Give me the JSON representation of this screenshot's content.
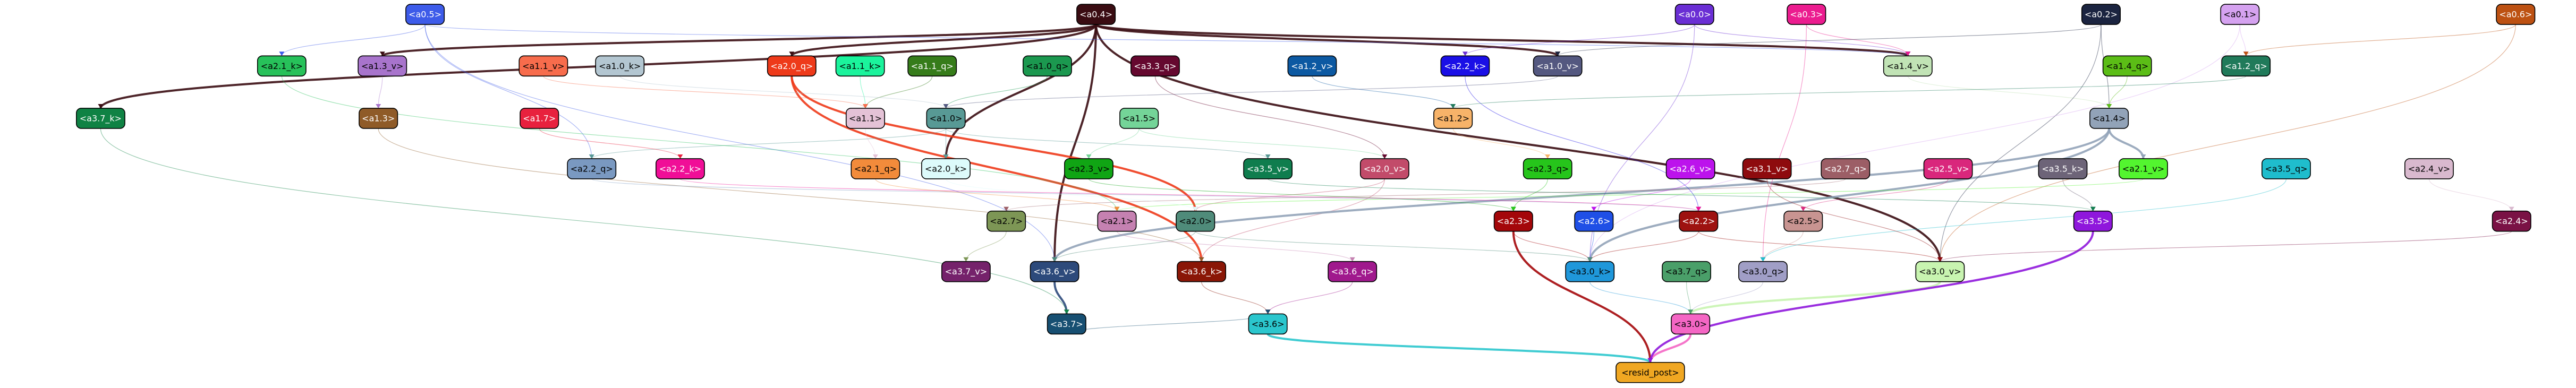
{
  "nodes": [
    {
      "id": "a0.5",
      "label": "<a0.5>",
      "fill": "#3d5be9",
      "text": "#ffffff"
    },
    {
      "id": "a0.4",
      "label": "<a0.4>",
      "fill": "#3a0c12",
      "text": "#ffffff"
    },
    {
      "id": "a0.0",
      "label": "<a0.0>",
      "fill": "#6a2ed4",
      "text": "#ffffff"
    },
    {
      "id": "a0.3",
      "label": "<a0.3>",
      "fill": "#eb1c8f",
      "text": "#ffffff"
    },
    {
      "id": "a0.2",
      "label": "<a0.2>",
      "fill": "#1b2440",
      "text": "#ffffff"
    },
    {
      "id": "a0.1",
      "label": "<a0.1>",
      "fill": "#d5a2f0",
      "text": "#000000"
    },
    {
      "id": "a0.6",
      "label": "<a0.6>",
      "fill": "#bd5112",
      "text": "#ffffff"
    },
    {
      "id": "a2.1_k",
      "label": "<a2.1_k>",
      "fill": "#27c15a",
      "text": "#000000"
    },
    {
      "id": "a1.3_v",
      "label": "<a1.3_v>",
      "fill": "#a874cc",
      "text": "#000000"
    },
    {
      "id": "a1.1_v",
      "label": "<a1.1_v>",
      "fill": "#f76c4c",
      "text": "#000000"
    },
    {
      "id": "a1.0_k",
      "label": "<a1.0_k>",
      "fill": "#b3c6d1",
      "text": "#000000"
    },
    {
      "id": "a2.0_q",
      "label": "<a2.0_q>",
      "fill": "#ee3a1a",
      "text": "#ffffff"
    },
    {
      "id": "a1.1_k",
      "label": "<a1.1_k>",
      "fill": "#1bf39c",
      "text": "#000000"
    },
    {
      "id": "a1.1_q",
      "label": "<a1.1_q>",
      "fill": "#367c1a",
      "text": "#ffffff"
    },
    {
      "id": "a1.0_q",
      "label": "<a1.0_q>",
      "fill": "#1b984f",
      "text": "#000000"
    },
    {
      "id": "a3.3_q",
      "label": "<a3.3_q>",
      "fill": "#65082f",
      "text": "#ffffff"
    },
    {
      "id": "a1.2_v",
      "label": "<a1.2_v>",
      "fill": "#0c59a2",
      "text": "#ffffff"
    },
    {
      "id": "a2.2_k",
      "label": "<a2.2_k>",
      "fill": "#1a0fe6",
      "text": "#ffffff"
    },
    {
      "id": "a1.0_v",
      "label": "<a1.0_v>",
      "fill": "#545880",
      "text": "#ffffff"
    },
    {
      "id": "a1.4_v",
      "label": "<a1.4_v>",
      "fill": "#c1e3b5",
      "text": "#000000"
    },
    {
      "id": "a1.4_q",
      "label": "<a1.4_q>",
      "fill": "#5bbd16",
      "text": "#000000"
    },
    {
      "id": "a1.2_q",
      "label": "<a1.2_q>",
      "fill": "#207a5a",
      "text": "#ffffff"
    },
    {
      "id": "a3.7_k",
      "label": "<a3.7_k>",
      "fill": "#0f8244",
      "text": "#ffffff"
    },
    {
      "id": "a1.3",
      "label": "<a1.3>",
      "fill": "#8f5b28",
      "text": "#ffffff"
    },
    {
      "id": "a1.7",
      "label": "<a1.7>",
      "fill": "#e8213e",
      "text": "#ffffff"
    },
    {
      "id": "a1.1",
      "label": "<a1.1>",
      "fill": "#e4c2d6",
      "text": "#000000"
    },
    {
      "id": "a1.0",
      "label": "<a1.0>",
      "fill": "#589995",
      "text": "#000000"
    },
    {
      "id": "a1.5",
      "label": "<a1.5>",
      "fill": "#74d498",
      "text": "#000000"
    },
    {
      "id": "a1.2",
      "label": "<a1.2>",
      "fill": "#f7b369",
      "text": "#000000"
    },
    {
      "id": "a1.4",
      "label": "<a1.4>",
      "fill": "#92a3b8",
      "text": "#000000"
    },
    {
      "id": "a2.2_q",
      "label": "<a2.2_q>",
      "fill": "#7a99c1",
      "text": "#000000"
    },
    {
      "id": "a2.2_k2",
      "label": "<a2.2_k>",
      "fill": "#f00e97",
      "text": "#ffffff"
    },
    {
      "id": "a2.1_q",
      "label": "<a2.1_q>",
      "fill": "#f28b3b",
      "text": "#000000"
    },
    {
      "id": "a2.0_k",
      "label": "<a2.0_k>",
      "fill": "#ddfbfb",
      "text": "#000000"
    },
    {
      "id": "a2.3_v",
      "label": "<a2.3_v>",
      "fill": "#10a514",
      "text": "#000000"
    },
    {
      "id": "a3.5_v",
      "label": "<a3.5_v>",
      "fill": "#0f7d4e",
      "text": "#ffffff"
    },
    {
      "id": "a2.0_v",
      "label": "<a2.0_v>",
      "fill": "#c24b6a",
      "text": "#ffffff"
    },
    {
      "id": "a2.3_q",
      "label": "<a2.3_q>",
      "fill": "#26c51b",
      "text": "#000000"
    },
    {
      "id": "a2.6_v",
      "label": "<a2.6_v>",
      "fill": "#bc13ec",
      "text": "#ffffff"
    },
    {
      "id": "a3.1_v",
      "label": "<a3.1_v>",
      "fill": "#8e0b0e",
      "text": "#ffffff"
    },
    {
      "id": "a2.7_q",
      "label": "<a2.7_q>",
      "fill": "#9c5e66",
      "text": "#ffffff"
    },
    {
      "id": "a2.5_v",
      "label": "<a2.5_v>",
      "fill": "#d9277c",
      "text": "#ffffff"
    },
    {
      "id": "a3.5_k",
      "label": "<a3.5_k>",
      "fill": "#6d6478",
      "text": "#ffffff"
    },
    {
      "id": "a2.1_v",
      "label": "<a2.1_v>",
      "fill": "#53f52f",
      "text": "#000000"
    },
    {
      "id": "a3.5_q",
      "label": "<a3.5_q>",
      "fill": "#1fbdcd",
      "text": "#000000"
    },
    {
      "id": "a2.4_v",
      "label": "<a2.4_v>",
      "fill": "#d9b9ce",
      "text": "#000000"
    },
    {
      "id": "a2.7",
      "label": "<a2.7>",
      "fill": "#7d9655",
      "text": "#000000"
    },
    {
      "id": "a2.1",
      "label": "<a2.1>",
      "fill": "#c581b1",
      "text": "#000000"
    },
    {
      "id": "a2.0",
      "label": "<a2.0>",
      "fill": "#4f8b7a",
      "text": "#000000"
    },
    {
      "id": "a2.3",
      "label": "<a2.3>",
      "fill": "#a4070a",
      "text": "#ffffff"
    },
    {
      "id": "a2.6",
      "label": "<a2.6>",
      "fill": "#1f4fe6",
      "text": "#ffffff"
    },
    {
      "id": "a2.2",
      "label": "<a2.2>",
      "fill": "#9e1210",
      "text": "#ffffff"
    },
    {
      "id": "a2.5",
      "label": "<a2.5>",
      "fill": "#c89491",
      "text": "#000000"
    },
    {
      "id": "a3.5",
      "label": "<a3.5>",
      "fill": "#8f17dc",
      "text": "#ffffff"
    },
    {
      "id": "a2.4",
      "label": "<a2.4>",
      "fill": "#7a1245",
      "text": "#ffffff"
    },
    {
      "id": "a3.7_v",
      "label": "<a3.7_v>",
      "fill": "#75226b",
      "text": "#ffffff"
    },
    {
      "id": "a3.6_v",
      "label": "<a3.6_v>",
      "fill": "#2d4a7b",
      "text": "#ffffff"
    },
    {
      "id": "a3.6_k",
      "label": "<a3.6_k>",
      "fill": "#8a1606",
      "text": "#ffffff"
    },
    {
      "id": "a3.6_q",
      "label": "<a3.6_q>",
      "fill": "#a0198d",
      "text": "#ffffff"
    },
    {
      "id": "a3.0_k",
      "label": "<a3.0_k>",
      "fill": "#1f97da",
      "text": "#000000"
    },
    {
      "id": "a3.7_q",
      "label": "<a3.7_q>",
      "fill": "#4a9f69",
      "text": "#000000"
    },
    {
      "id": "a3.0_q",
      "label": "<a3.0_q>",
      "fill": "#a09ec6",
      "text": "#000000"
    },
    {
      "id": "a3.0_v",
      "label": "<a3.0_v>",
      "fill": "#c8f4b0",
      "text": "#000000"
    },
    {
      "id": "a3.7",
      "label": "<a3.7>",
      "fill": "#174f72",
      "text": "#ffffff"
    },
    {
      "id": "a3.6",
      "label": "<a3.6>",
      "fill": "#2bc6cd",
      "text": "#000000"
    },
    {
      "id": "a3.0",
      "label": "<a3.0>",
      "fill": "#f466c4",
      "text": "#000000"
    },
    {
      "id": "resid_post",
      "label": "<resid_post>",
      "fill": "#f0a722",
      "text": "#000000"
    }
  ],
  "edges": [
    [
      "a0.4",
      "a1.4_v",
      "#3a0c12"
    ],
    [
      "a0.4",
      "a2.0_k",
      "#3a0c12"
    ],
    [
      "a0.4",
      "a3.6_v",
      "#3a0c12"
    ],
    [
      "a0.4",
      "a3.0_v",
      "#3a0c12"
    ],
    [
      "a0.4",
      "a1.0_v",
      "#3a0c12"
    ],
    [
      "a0.4",
      "a2.0_q",
      "#3a0c12"
    ],
    [
      "a0.4",
      "a1.3_v",
      "#3a0c12"
    ],
    [
      "a0.4",
      "a3.7_k",
      "#3a0c12"
    ],
    [
      "a2.0_q",
      "a3.6_k",
      "#ee3a1a"
    ],
    [
      "a2.0_q",
      "a2.0",
      "#ee3a1a"
    ],
    [
      "a1.4_v",
      "a1.4",
      "#c1e3b5"
    ],
    [
      "a3.6_v",
      "a3.7",
      "#2d4a7b"
    ],
    [
      "a3.6_k",
      "a3.6",
      "#8a1606"
    ],
    [
      "a3.6",
      "resid_post",
      "#2bc6cd"
    ],
    [
      "a3.0_k",
      "a3.0",
      "#1f97da"
    ],
    [
      "a3.0_v",
      "a3.0",
      "#c8f4b0"
    ],
    [
      "a3.0",
      "resid_post",
      "#f466c4"
    ],
    [
      "a2.0_v",
      "a2.0",
      "#c24b6a"
    ],
    [
      "a2.0_v",
      "a3.6_k",
      "#c24b6a"
    ],
    [
      "a1.4",
      "a3.0_k",
      "#92a3b8"
    ],
    [
      "a1.4",
      "a3.6_v",
      "#92a3b8"
    ],
    [
      "a0.5",
      "a2.1_k",
      "#3d5be9"
    ],
    [
      "a0.5",
      "a3.6_v",
      "#3d5be9"
    ],
    [
      "a0.5",
      "a2.2_q",
      "#3d5be9"
    ],
    [
      "a0.5",
      "a1.4_v",
      "#3d5be9"
    ],
    [
      "a0.0",
      "a1.4_v",
      "#6a2ed4"
    ],
    [
      "a0.0",
      "a2.2_k",
      "#6a2ed4"
    ],
    [
      "a0.0",
      "a3.0_k",
      "#6a2ed4"
    ],
    [
      "a0.3",
      "a1.4_v",
      "#eb1c8f"
    ],
    [
      "a0.3",
      "a3.0_q",
      "#eb1c8f"
    ],
    [
      "a0.2",
      "a1.4",
      "#1b2440"
    ],
    [
      "a0.2",
      "a3.0_v",
      "#1b2440"
    ],
    [
      "a0.2",
      "a1.0_v",
      "#1b2440"
    ],
    [
      "a0.1",
      "a1.2_q",
      "#d5a2f0"
    ],
    [
      "a0.1",
      "a3.0_k",
      "#d5a2f0"
    ],
    [
      "a0.6",
      "a1.2_q",
      "#bd5112"
    ],
    [
      "a0.6",
      "a3.0_v",
      "#bd5112"
    ],
    [
      "a1.0",
      "a2.0_k",
      "#589995"
    ],
    [
      "a1.0",
      "a2.2_q",
      "#589995"
    ],
    [
      "a1.0",
      "a3.5_v",
      "#589995"
    ],
    [
      "a1.5",
      "a2.0_v",
      "#74d498"
    ],
    [
      "a1.1",
      "a2.1_q",
      "#e4c2d6"
    ],
    [
      "a1.2",
      "a2.3_q",
      "#f7b369"
    ],
    [
      "a1.3",
      "a3.6_k",
      "#8f5b28"
    ],
    [
      "a1.7",
      "a2.2_k2",
      "#e8213e"
    ],
    [
      "a2.3",
      "a3.0_k",
      "#a4070a"
    ],
    [
      "a2.3",
      "resid_post",
      "#a4070a"
    ],
    [
      "a2.2",
      "a3.0_k",
      "#9e1210"
    ],
    [
      "a2.2",
      "a3.0_v",
      "#9e1210"
    ],
    [
      "a2.5",
      "a3.0_q",
      "#c89491"
    ],
    [
      "a2.6",
      "a3.0_k",
      "#1f4fe6"
    ],
    [
      "a2.7",
      "a3.7_v",
      "#7d9655"
    ],
    [
      "a2.1",
      "a3.6_q",
      "#c581b1"
    ],
    [
      "a2.0",
      "a3.0_k",
      "#4f8b7a"
    ],
    [
      "a2.0",
      "a3.6_v",
      "#4f8b7a"
    ],
    [
      "a3.5",
      "resid_post",
      "#8f17dc"
    ],
    [
      "a3.6_q",
      "a3.6",
      "#a0198d"
    ],
    [
      "a3.7_k",
      "a3.7",
      "#0f8244"
    ],
    [
      "a3.7",
      "a3.6",
      "#174f72"
    ],
    [
      "a3.5_q",
      "a3.0_q",
      "#1fbdcd"
    ],
    [
      "a2.4",
      "a3.0_v",
      "#7a1245"
    ],
    [
      "a3.1_v",
      "a3.0_v",
      "#8e0b0e"
    ],
    [
      "a3.0_q",
      "a3.0",
      "#a09ec6"
    ],
    [
      "a3.7_q",
      "a3.0",
      "#4a9f69"
    ],
    [
      "a2.4_v",
      "a2.4",
      "#d9b9ce"
    ],
    [
      "a3.5_k",
      "a3.5",
      "#6d6478"
    ],
    [
      "a2.5_v",
      "a2.5",
      "#d9277c"
    ],
    [
      "a2.6_v",
      "a2.6",
      "#bc13ec"
    ],
    [
      "a2.7_q",
      "a2.7",
      "#9c5e66"
    ],
    [
      "a2.3_v",
      "a2.3",
      "#10a514"
    ],
    [
      "a2.3_q",
      "a2.3",
      "#26c51b"
    ],
    [
      "a2.1_v",
      "a2.1",
      "#53f52f"
    ],
    [
      "a2.2_k",
      "a2.2",
      "#1a0fe6"
    ],
    [
      "a2.2_q",
      "a2.2",
      "#7a99c1"
    ],
    [
      "a2.0_k",
      "a2.0",
      "#ddfbfb"
    ],
    [
      "a1.0_q",
      "a1.0",
      "#1b984f"
    ],
    [
      "a1.1_k",
      "a1.1",
      "#1bf39c"
    ],
    [
      "a1.1_q",
      "a1.1",
      "#367c1a"
    ],
    [
      "a1.0_k",
      "a1.0",
      "#b3c6d1"
    ],
    [
      "a1.2_v",
      "a1.2",
      "#0c59a2"
    ],
    [
      "a1.0_v",
      "a1.0",
      "#545880"
    ],
    [
      "a1.4_q",
      "a1.4",
      "#5bbd16"
    ],
    [
      "a1.2_q",
      "a1.2",
      "#207a5a"
    ],
    [
      "a1.3_v",
      "a1.3",
      "#a874cc"
    ],
    [
      "a1.1_v",
      "a1.1",
      "#f76c4c"
    ],
    [
      "a3.3_q",
      "a2.0_v",
      "#65082f"
    ],
    [
      "a2.1_k",
      "a2.1",
      "#27c15a"
    ],
    [
      "a2.2_k2",
      "a2.2",
      "#f00e97"
    ],
    [
      "a2.1_q",
      "a2.1",
      "#f28b3b"
    ],
    [
      "a3.5_v",
      "a3.5",
      "#0f7d4e"
    ],
    [
      "a1.4",
      "a2.1_v",
      "#92a3b8"
    ],
    [
      "a1.5",
      "a2.3_v",
      "#74d498"
    ]
  ]
}
